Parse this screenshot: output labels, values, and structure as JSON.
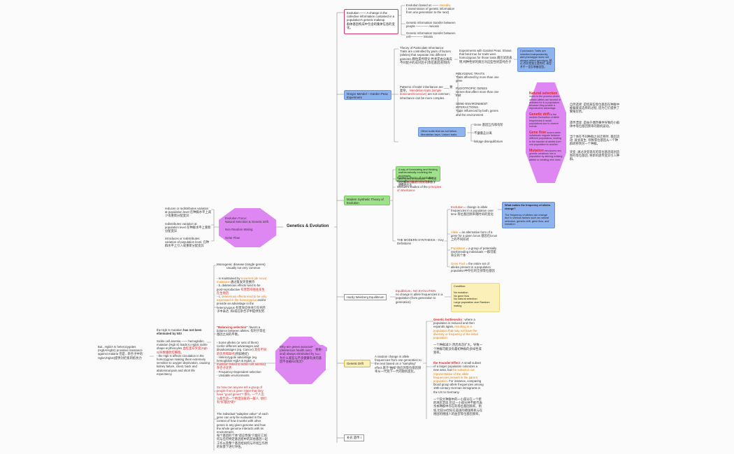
{
  "central": {
    "title": "Genetics & Evolution"
  },
  "evolution": {
    "main": "Evolution —— A change in the collective information contained in a population's genetic makeup\n群体基因构成中包含的集体信息的变化。",
    "sub1": "Evolution based on —— Heredity\n( transmission of genetic information from one generation to the next)",
    "sub2": "Genetic information transfer between people ———— meiosis",
    "sub3": "Genetic information transfer between cell———— mitosis"
  },
  "mendel": {
    "label": "Gregor Mendel – Garden Peas Experiment",
    "theory": "Theory of Particulate Inheritance:\nTraits are controlled by pairs of factors (alleles) that separate into different gametes 颗粒遗传理论:性状是由分离成不同配子的成对因子(等位基因)控制的",
    "experiment": "Experiments with Garden Peas: Shows that bred true for traits were homozygous for those traits 豌豆试验表明,纯种性状的豌豆对这些性状是纯合子",
    "conclusion": "Conclusion: Traits are inherited independently, and phenotype does not always reflect genotype. 结论:性状是独立遗传的, 表型并不一定反映基因型。",
    "patterns": "Patterns of traits' inheritance are ___ 要复杂。 Mendelian traits (simple dominant/recessive) are not common; inheritance can be more complex.",
    "polygenic": "POLYGENIC TRAITS\nTraits affected by more than one gene",
    "pleiotropic": "PLEIOTROPIC GENES\nGenes that affect more than one trait",
    "gxe": "GENE-ENVIRONMENT INTERACTIONS\nTraits influenced by both, genes and the environment",
    "other": "Other traits that do not follow Mendelian laws:  Linked traits",
    "gene_inter": "Gene 基因互作和有阶",
    "indep": "不遵循孟分离",
    "linkage": "linkage disequilibrium"
  },
  "natural": {
    "ns": "Natural selection refers to the process where certain alleles are favored or selected for in a population because they provide a reproductive advantage.",
    "drift": "Genetic drift is the random fluctuation of allele frequencies in small populations due to chance events.",
    "flow": "Gene flow occurs when individuals migrate between different populations, leading to the transfer of alleles from one population to another.",
    "mutation": "Mutation introduces new genetic variations into a population by altering existing alleles or creating new ones.",
    "cn1": "自然选择: 是指某些等位基因在种群中被偏爱或选择的过程, 因为它们提供了繁殖优势。",
    "cn2": "遗传漂变: 是由于偶然事件导致的小群体中等位基因频率的随机波动。",
    "cn3": "当个体在不同种群之间迁移时, 基因流动: 就会发生, 导致等位基因从一个种群转移到另一个种群。",
    "cn4": "突变: 通过改变现有的等位基因或创造新的等位基因, 将新的遗传变异引入种群。"
  },
  "modern": {
    "label": "Modern Synthetic Theory of Evolution",
    "green": "A way of formulating and thinking mathematically modeling the processes\nand forces of evolution 一种对进化过程和力量进行形式化和数学建模的方法",
    "darwin": "Darwin's theory of evolution through natural selection",
    "mendel": "Mendel's studies of the principles of inheritance",
    "definitions": "THE MODERN SYNTHESIS – Key Definitions",
    "evo_def": "Evolution = change in allele frequencies in a population over time 等位基因频率随时间的变化",
    "blue_q": "What makes the frequency of alleles change?",
    "blue_a": "The frequency of alleles can change due to various factors such as natural selection, genetic drift, gene flow, and mutation.",
    "allele": "Allele = an alternative form of a gene for a given locus 基因在locus上的不同形式",
    "population": "Population = a group of potentially interbreeding individuals 一群可能杂交的个体",
    "genepool": "Gene Pool = the entire set of alleles present in a population population中存在的全部等位基因"
  },
  "hardy": {
    "label": "Hardy Weinberg Equilibrium",
    "main": "Equilibrium= NO EVOLUTION\nno change in allele frequencies in a population (from generation to generation)",
    "cond": "Condition:\n\nNo mutation\nNo gene flow\nNo natural selection\nLarge population size Random mating"
  },
  "drift": {
    "label": "Genetic Drift",
    "main": "A random change in allele frequencies from one generation to the next based on a \"sampling\" effect.基于\"抽样\"效应的等位基因频率从一代到下一代的随机变化。",
    "bottle": "Genetic bottlenecks : where a population is reduced and then expands again, resulting in a population that may not have the diversity or frequency of the initial population.",
    "bottle_cn": "一个种群减少,然后再次扩大。导致一个种群可能没有最初种群的多样性或频率。",
    "founder": "the Founder Effect: A small subset of a larger population colonizes a new area, but the subset is not representative of the allele frequencies present in the parent population. For instance, comparing blood group allele frequencies among 19th-century German immigrants in the US to Germany.",
    "founder_cn": "一个较大种群中的一小部分在一个新的地区定居,但这一小部分并不能代表亲本种群中存在的等位基因频率。例如,比较19世纪在美国的德国移民与在德国的德国人的血型等位基因频率。"
  },
  "forces": {
    "f1": "Evolution Force:\nNatural Selection & Genetic Drift",
    "f2": "Non Random Mating",
    "f3": "Gene Flow",
    "l1": "reduces or redistributes variation at population level 在种群水平上减少或重新分配变异",
    "l2": "redistributes variation at population level 在种群水平上重新分配变异",
    "l3": "introduces or redistributes variation of population level. 在种群水平上引入或重新分配变异"
  },
  "disease": {
    "question": "Why are genes associated to (deleterious health outcomes and) always eliminated by NS? 为什么某些与不良健康有关的基因不会被NS淘汰?",
    "important": "重要!",
    "mono": "Monogenic disease (single genes)",
    "mono2": "Usually not very common",
    "maintained": "- is maintained by recurrent (de novo) mutations 通过复发突变维持\n- b. deleterious effects tend to be post-reproductive 有害影响往往发生在生殖后\n- c. deleterious effects tend to be only expressed in the homozygous and/or provide an advantage in the heterozygous 有害效应往往只在纯合子中表达, 和/或在杂合子中提供优势",
    "balancing": "\"Balancing selection\": favors a balance between alleles.  有利于等位基因之间的平衡。",
    "balancing2": "- Some alleles (or sets of them) confer different advantages and disadvantages (eg. Cancer) 具有不同的优势和缺点(例如癌症)\n- Heterozygote advantage (eg. hemoglobin HgbA & HgbS, a mutation linked to sickle cell anemia) 杂合子优势\n- Frequency-Dependent selection\n- Unstable environments",
    "sickle_title": "the Hgb S mutation has not been eliminated by NS!",
    "sickle": "Sickle cell anemia —— hemoglobin mutation (Hgb S) leads to Hgb sickle shape erythrocytes 血红蛋白突变(Hgb S)导致镰状红细胞。\n- the Hgb S affects circulation in the homozygous making them extremely sensitive to oxygen deprivation, causing kidney failure, chest, back and abdominal pain and short life expectancy.",
    "but": "But.. Hgb/A in heterozygotes (HgbA/HgbS) provides resistance against malaria 但是...杂合子中的HgbA/HgbS)提供对疟疾的抵抗力",
    "good": "So how can anyone tell a group of people from a given State that they have \"good genes\"? 那么, 一个人怎么能告诉一个特定国家的一群人, 他们有\"好基因\"呢?",
    "adaptive": "The individual \"adaptive value\" of each gene can only be evaluated in the context of how it works with other genes in any given genome and how the whole genome interacts with its environment.\n每个基因的个体\"适应性值\"只能在它如何与任何特定基因组中的其他基因一起工作以及整个基因组如何与环境互作用的背景下进行评估。"
  },
  "bottom": {
    "label": "补充 遗传 ⅰ"
  }
}
